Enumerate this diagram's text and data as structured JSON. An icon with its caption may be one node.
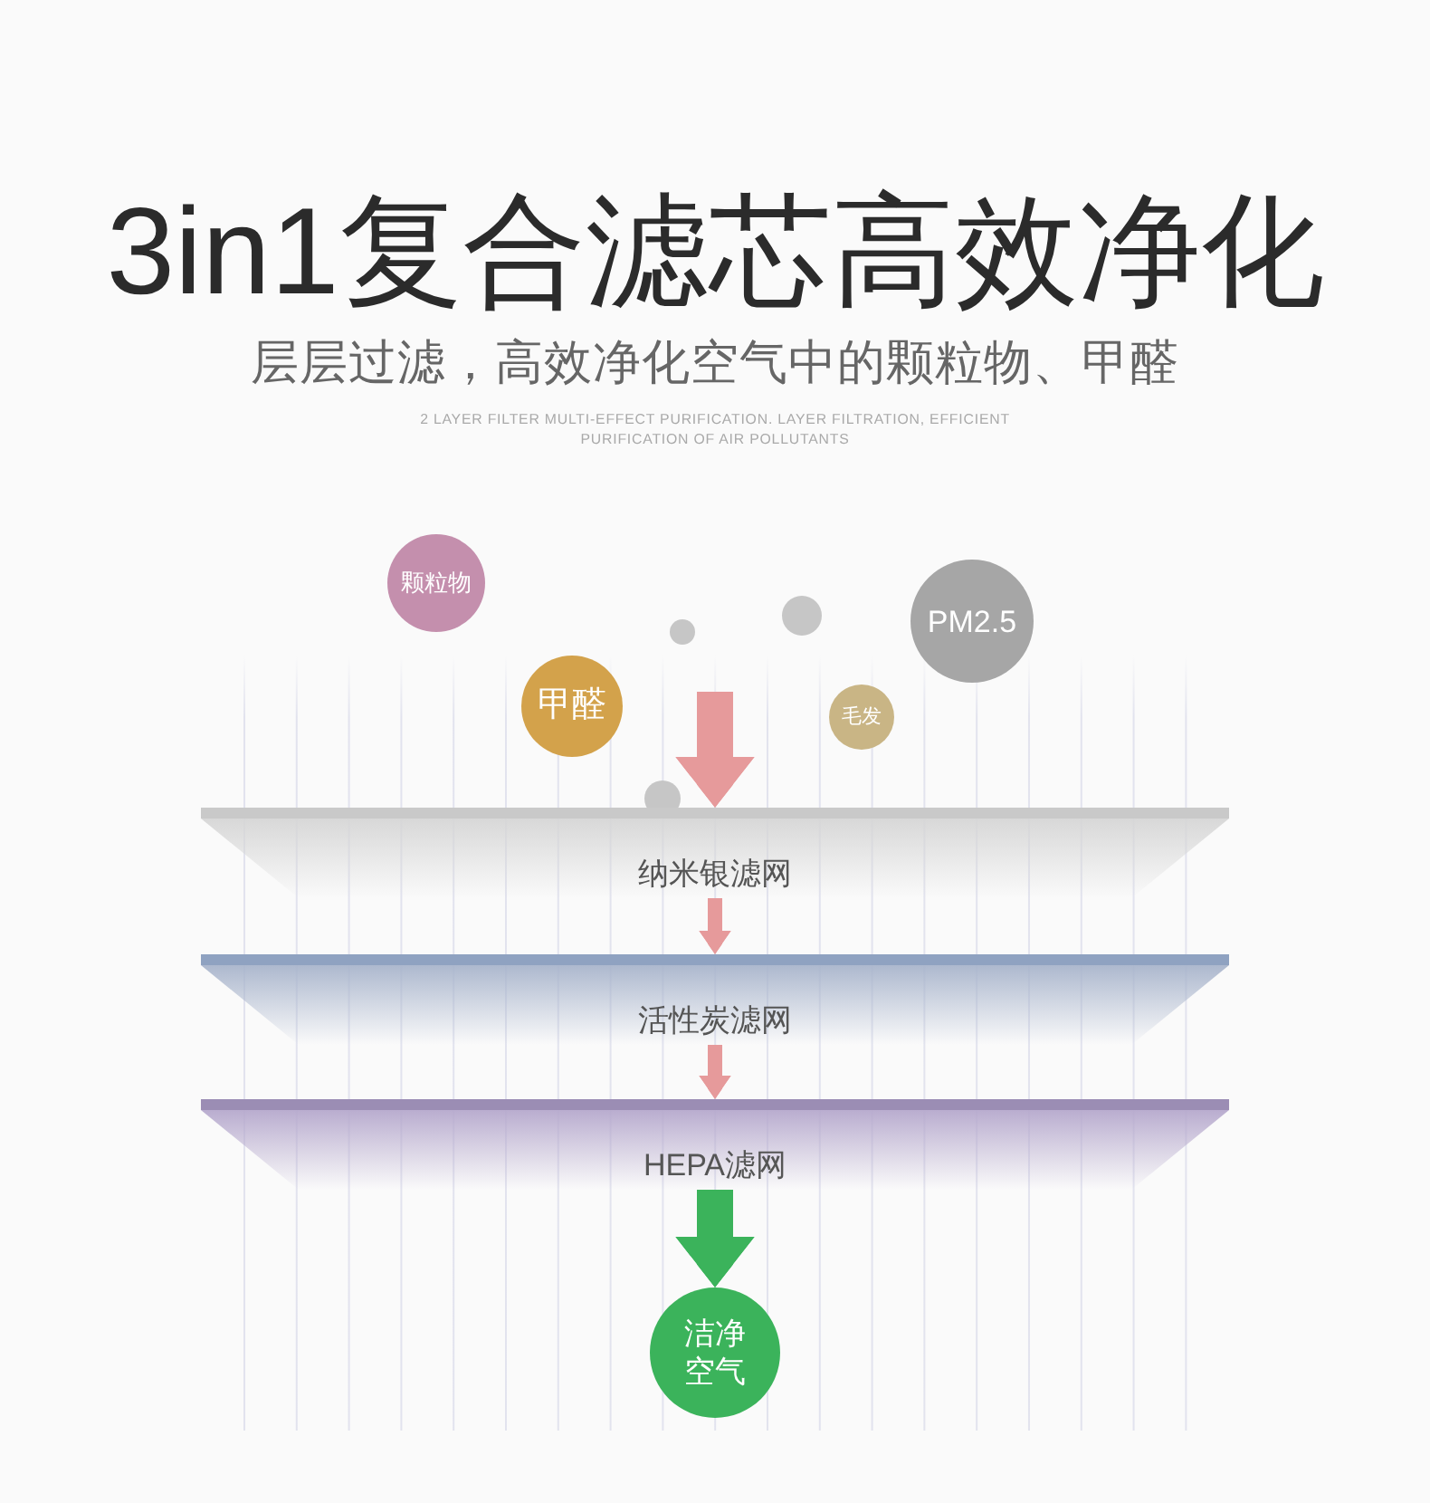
{
  "diagram": {
    "title": "3in1复合滤芯高效净化",
    "nodes": [
      {
        "text": [
          "颗粒物"
        ]
      },
      {
        "text": [
          "PM2.5"
        ]
      },
      {
        "text": [],
        "shape": "circle"
      },
      {
        "text": [],
        "shape": "circle"
      },
      {
        "text": [
          "甲醛"
        ]
      },
      {
        "text": [
          "毛发"
        ]
      },
      {
        "text": [],
        "shape": "circle"
      },
      {
        "text": [
          "纳米银滤网"
        ]
      },
      {
        "text": [
          "活性炭滤网"
        ]
      },
      {
        "text": [
          "HEPA滤网"
        ]
      },
      {
        "text": [
          "洁净空气"
        ]
      }
    ],
    "edges": [
      {
        "from": null,
        "to": 7,
        "arrow": "to",
        "style": "thick"
      },
      {
        "from": 7,
        "to": 8,
        "arrow": "to"
      },
      {
        "from": 8,
        "to": 9,
        "arrow": "to"
      },
      {
        "from": 9,
        "to": 10,
        "arrow": "to",
        "style": "thick",
        "color": "#3bb35b"
      }
    ],
    "labels": [
      "层层过滤，高效净化空气中的颗粒物、甲醛",
      "2 LAYER FILTER MULTI-EFFECT PURIFICATION. LAYER FILTRATION, EFFICIENT PURIFICATION OF AIR POLLUTANTS"
    ]
  }
}
